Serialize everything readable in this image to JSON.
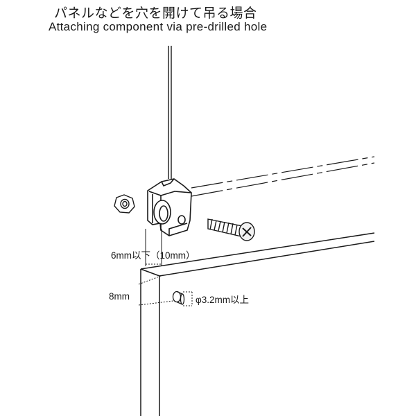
{
  "title": {
    "japanese": "パネルなどを穴を開けて吊る場合",
    "english": "Attaching component via pre-drilled hole"
  },
  "annotations": {
    "edge_distance": "6mm以下（10mm）",
    "height_from_top": "8mm",
    "hole_diameter": "φ3.2mm以上"
  },
  "colors": {
    "line": "#1a1a1a",
    "screw_head": "#f2f2f2",
    "background": "#ffffff"
  }
}
